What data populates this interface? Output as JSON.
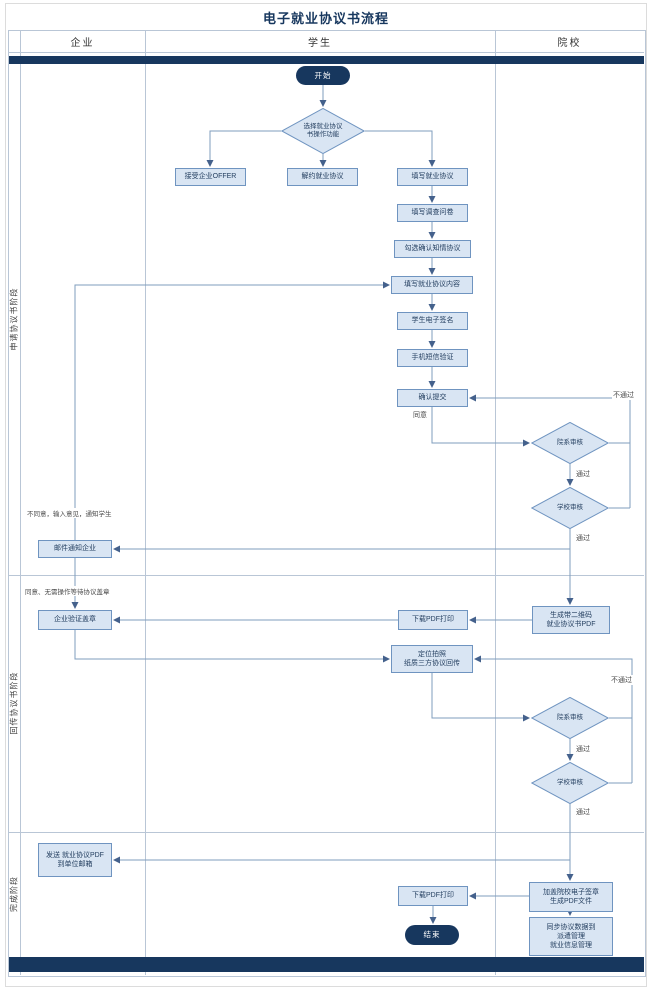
{
  "title": "电子就业协议书流程",
  "lanes": {
    "enterprise": "企业",
    "student": "学生",
    "college": "院校"
  },
  "phases": {
    "apply": "申请协议书阶段",
    "return": "回传协议书阶段",
    "finish": "完成阶段"
  },
  "nodes": {
    "start": "开始",
    "choose_action": "选择就业协议\n书操作功能",
    "accept_offer": "接受企业OFFER",
    "cancel_agreement": "解约就业协议",
    "fill_agreement": "填写就业协议",
    "fill_survey": "填写调查问卷",
    "check_informed": "勾选确认知情协议",
    "fill_content": "填写就业协议内容",
    "esign": "学生电子签名",
    "sms_verify": "手机短信验证",
    "confirm_submit": "确认提交",
    "dept_review_1": "院系审核",
    "school_review_1": "学校审核",
    "email_notify": "邮件通知企业",
    "ent_stamp": "企业验证盖章",
    "download_pdf_1": "下载PDF打印",
    "gen_pdf": "生成带二维码\n就业协议书PDF",
    "photo_upload": "定位拍照\n纸质三方协议回传",
    "dept_review_2": "院系审核",
    "school_review_2": "学校审核",
    "send_pdf": "发送 就业协议PDF\n到单位邮箱",
    "download_pdf_2": "下载PDF打印",
    "stamp_pdf": "加盖院校电子签章\n生成PDF文件",
    "sync_data": "同步协议数据到\n派遣管理\n就业信息管理",
    "end": "结束"
  },
  "labels": {
    "agree": "同意",
    "pass": "通过",
    "fail": "不通过",
    "disagree_note": "不同意，输入意见，通知学生",
    "agree_note": "同意、无需操作等待协议盖章"
  },
  "colors": {
    "navy": "#17375e",
    "node_fill": "#d9e5f3",
    "node_border": "#6f94c0",
    "line": "#7f9dbd"
  }
}
